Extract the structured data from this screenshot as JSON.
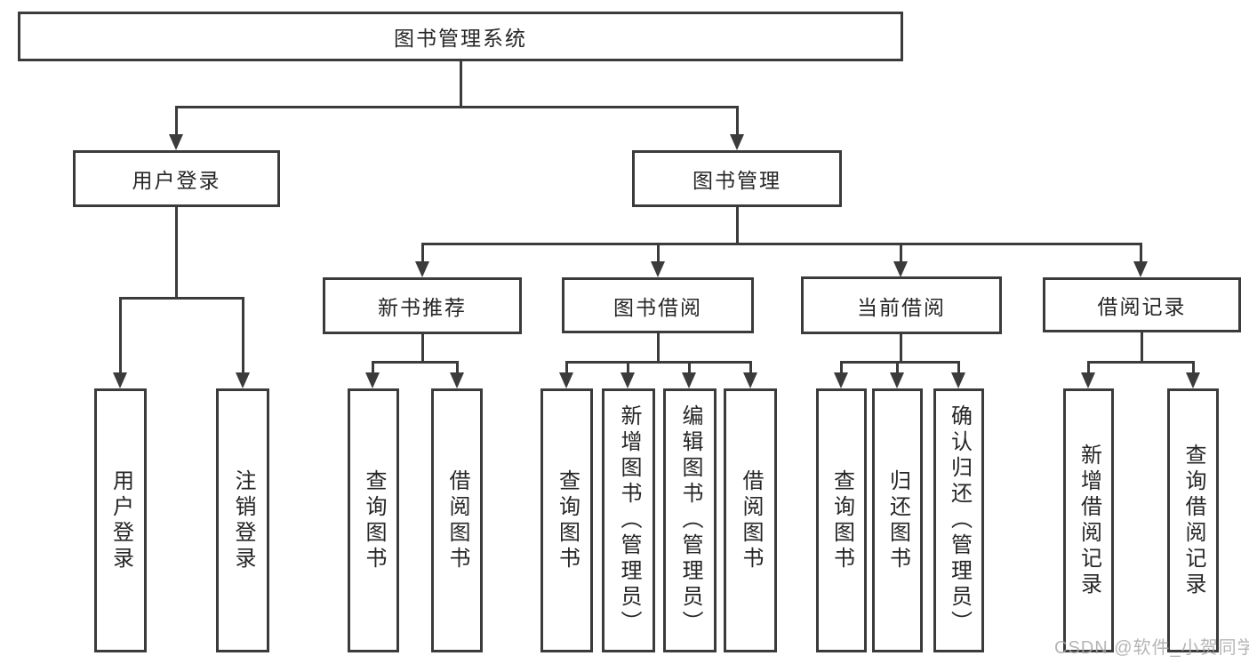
{
  "diagram": {
    "root": "图书管理系统",
    "user_login_branch": {
      "label": "用户登录",
      "children": [
        "用户登录",
        "注销登录"
      ]
    },
    "book_mgmt_branch": {
      "label": "图书管理",
      "children": [
        {
          "label": "新书推荐",
          "children": [
            "查询图书",
            "借阅图书"
          ]
        },
        {
          "label": "图书借阅",
          "children": [
            "查询图书",
            "新增图书（管理员）",
            "编辑图书（管理员）",
            "借阅图书"
          ]
        },
        {
          "label": "当前借阅",
          "children": [
            "查询图书",
            "归还图书",
            "确认归还（管理员）"
          ]
        },
        {
          "label": "借阅记录",
          "children": [
            "新增借阅记录",
            "查询借阅记录"
          ]
        }
      ]
    },
    "watermark": "CSDN @软件_小贺同学",
    "colors": {
      "line": "#3b3b3b",
      "text": "#262626",
      "watermark": "#a8a8a8",
      "background": "#ffffff"
    }
  }
}
